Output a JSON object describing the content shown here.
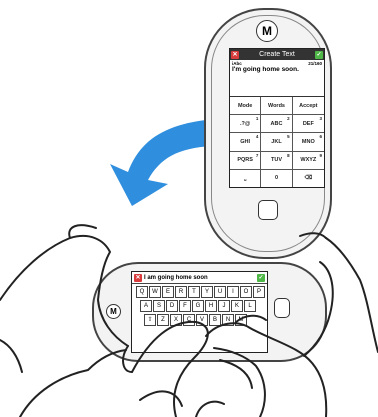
{
  "colors": {
    "arrow": "#2f8fde",
    "cancel_button": "#d83b3b",
    "ok_button": "#4fb648",
    "title_bar": "#333333"
  },
  "portrait_phone": {
    "logo_text": "M",
    "title": "Create Text",
    "cancel_icon": "✕",
    "ok_icon": "✓",
    "input_mode": "iAbc",
    "char_count": "21/160",
    "message": "I'm going home soon.",
    "keypad": [
      {
        "num": "",
        "label": "Mode"
      },
      {
        "num": "",
        "label": "Words"
      },
      {
        "num": "",
        "label": "Accept"
      },
      {
        "num": "1",
        "label": ".?@"
      },
      {
        "num": "2",
        "label": "ABC"
      },
      {
        "num": "3",
        "label": "DEF"
      },
      {
        "num": "4",
        "label": "GHI"
      },
      {
        "num": "5",
        "label": "JKL"
      },
      {
        "num": "6",
        "label": "MNO"
      },
      {
        "num": "7",
        "label": "PQRS"
      },
      {
        "num": "8",
        "label": "TUV"
      },
      {
        "num": "9",
        "label": "WXYZ"
      },
      {
        "num": "",
        "label": "⎵"
      },
      {
        "num": "",
        "label": "0"
      },
      {
        "num": "",
        "label": "⌫"
      }
    ]
  },
  "landscape_phone": {
    "logo_text": "M",
    "cancel_icon": "✕",
    "ok_icon": "✓",
    "message": "I am going home soon",
    "row1": [
      "Q",
      "W",
      "E",
      "R",
      "T",
      "Y",
      "U",
      "I",
      "O",
      "P"
    ],
    "row2": [
      "A",
      "S",
      "D",
      "F",
      "G",
      "H",
      "J",
      "K",
      "L"
    ],
    "row3": [
      "⇧",
      "Z",
      "X",
      "C",
      "V",
      "B",
      "N",
      "M"
    ]
  }
}
